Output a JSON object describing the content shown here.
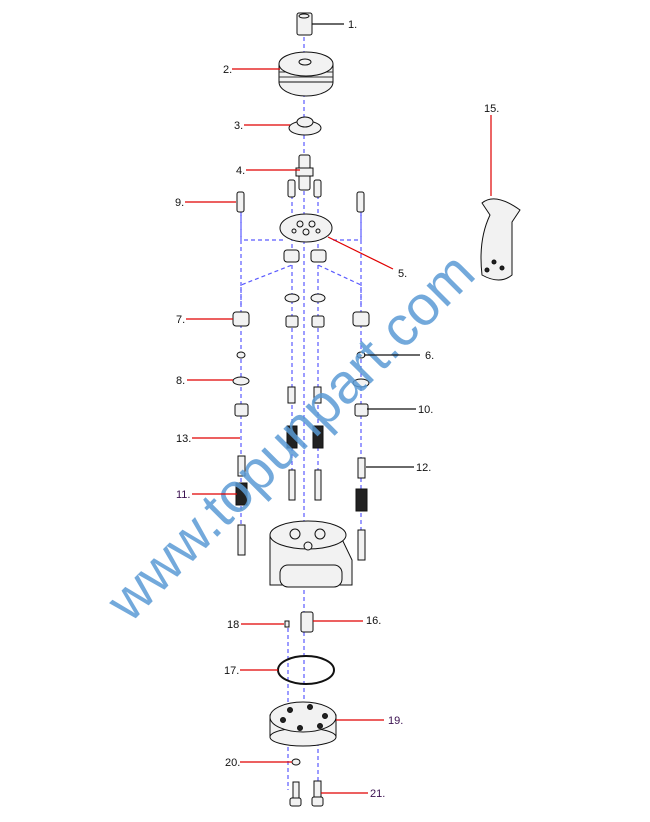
{
  "diagram": {
    "leader_colors": {
      "red": "#e00000",
      "black": "#111111"
    },
    "labels": {
      "l1": "1.",
      "l2": "2.",
      "l3": "3.",
      "l4": "4.",
      "l5": "5.",
      "l6": "6.",
      "l7": "7.",
      "l8": "8.",
      "l9": "9.",
      "l10": "10.",
      "l11": "11.",
      "l12": "12.",
      "l13": "13.",
      "l15": "15.",
      "l16": "16.",
      "l17": "17.",
      "l18": "18",
      "l19": "19.",
      "l20": "20.",
      "l21": "21."
    }
  },
  "watermark": {
    "text": "www.topunpart.com",
    "color": "#5b9bd5"
  }
}
